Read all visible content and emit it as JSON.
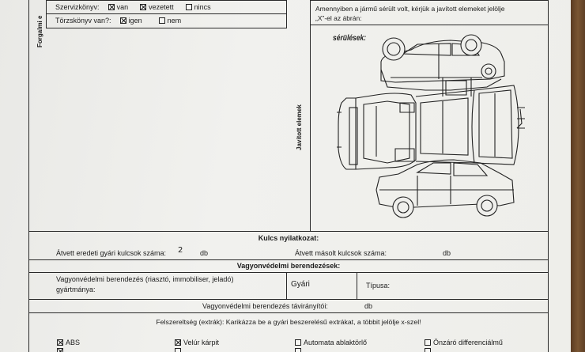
{
  "left_vertical_label": "Forgalmi e",
  "service_book": {
    "label": "Szervizkönyv:",
    "options": [
      {
        "label": "van",
        "checked": true
      },
      {
        "label": "vezetett",
        "checked": true
      },
      {
        "label": "nincs",
        "checked": false
      }
    ]
  },
  "registration_book": {
    "label": "Törzskönyv van?:",
    "options": [
      {
        "label": "igen",
        "checked": true
      },
      {
        "label": "nem",
        "checked": false
      }
    ]
  },
  "damage_note_line1": "Amennyiben a jármű sérült volt, kérjük a javított elemeket jelölje",
  "damage_note_line2": "„X”-el az ábrán:",
  "damage_label": "sérülések:",
  "repaired_label": "Javított elemek",
  "keys": {
    "title": "Kulcs nyilatkozat:",
    "original_label": "Átvett eredeti gyári kulcsok száma:",
    "original_value": "2",
    "original_unit": "db",
    "copy_label": "Átvett másolt kulcsok száma:",
    "copy_unit": "db"
  },
  "security": {
    "title": "Vagyonvédelmi berendezések:",
    "device_label_line1": "Vagyonvédelmi berendezés (riasztó, immobiliser, jeladó)",
    "device_label_line2": "gyártmánya:",
    "factory_label": "Gyári",
    "type_label": "Típusa:",
    "remote_label": "Vagyonvédelmi berendezés távirányítói:",
    "remote_unit": "db"
  },
  "equipment": {
    "title": "Felszereltség (extrák): Karikázza be a gyári beszerelésű extrákat, a többit jelölje x-szel!",
    "row1": [
      {
        "label": "ABS",
        "checked": true
      },
      {
        "label": "Velúr kárpit",
        "checked": true
      },
      {
        "label": "Automata ablaktörlő",
        "checked": false
      },
      {
        "label": "Önzáró differenciálmű",
        "checked": false
      }
    ]
  }
}
